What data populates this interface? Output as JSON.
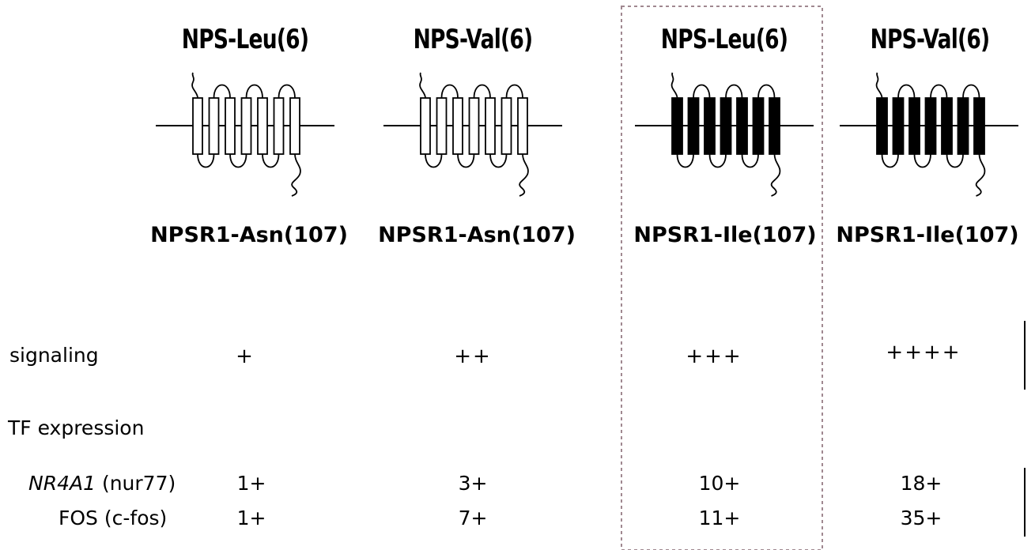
{
  "columns": [
    {
      "ligand": "NPS-Leu(6)",
      "receptor": "NPSR1-Asn(107)",
      "receptor_fill": "open",
      "signaling": "+",
      "nr4a1": "1+",
      "fos": "1+"
    },
    {
      "ligand": "NPS-Val(6)",
      "receptor": "NPSR1-Asn(107)",
      "receptor_fill": "open",
      "signaling": "++",
      "nr4a1": "3+",
      "fos": "7+"
    },
    {
      "ligand": "NPS-Leu(6)",
      "receptor": "NPSR1-Ile(107)",
      "receptor_fill": "filled",
      "signaling": "+++",
      "nr4a1": "10+",
      "fos": "11+"
    },
    {
      "ligand": "NPS-Val(6)",
      "receptor": "NPSR1-Ile(107)",
      "receptor_fill": "filled",
      "signaling": "++++",
      "nr4a1": "18+",
      "fos": "35+"
    }
  ],
  "rows": {
    "signaling_label": "signaling",
    "tf_label": "TF expression",
    "nr4a1_gene": "NR4A1",
    "nr4a1_alias": " (nur77)",
    "fos_label": "FOS (c-fos)"
  },
  "colors": {
    "highlight_box": "#a08890",
    "lines": "#000000"
  }
}
